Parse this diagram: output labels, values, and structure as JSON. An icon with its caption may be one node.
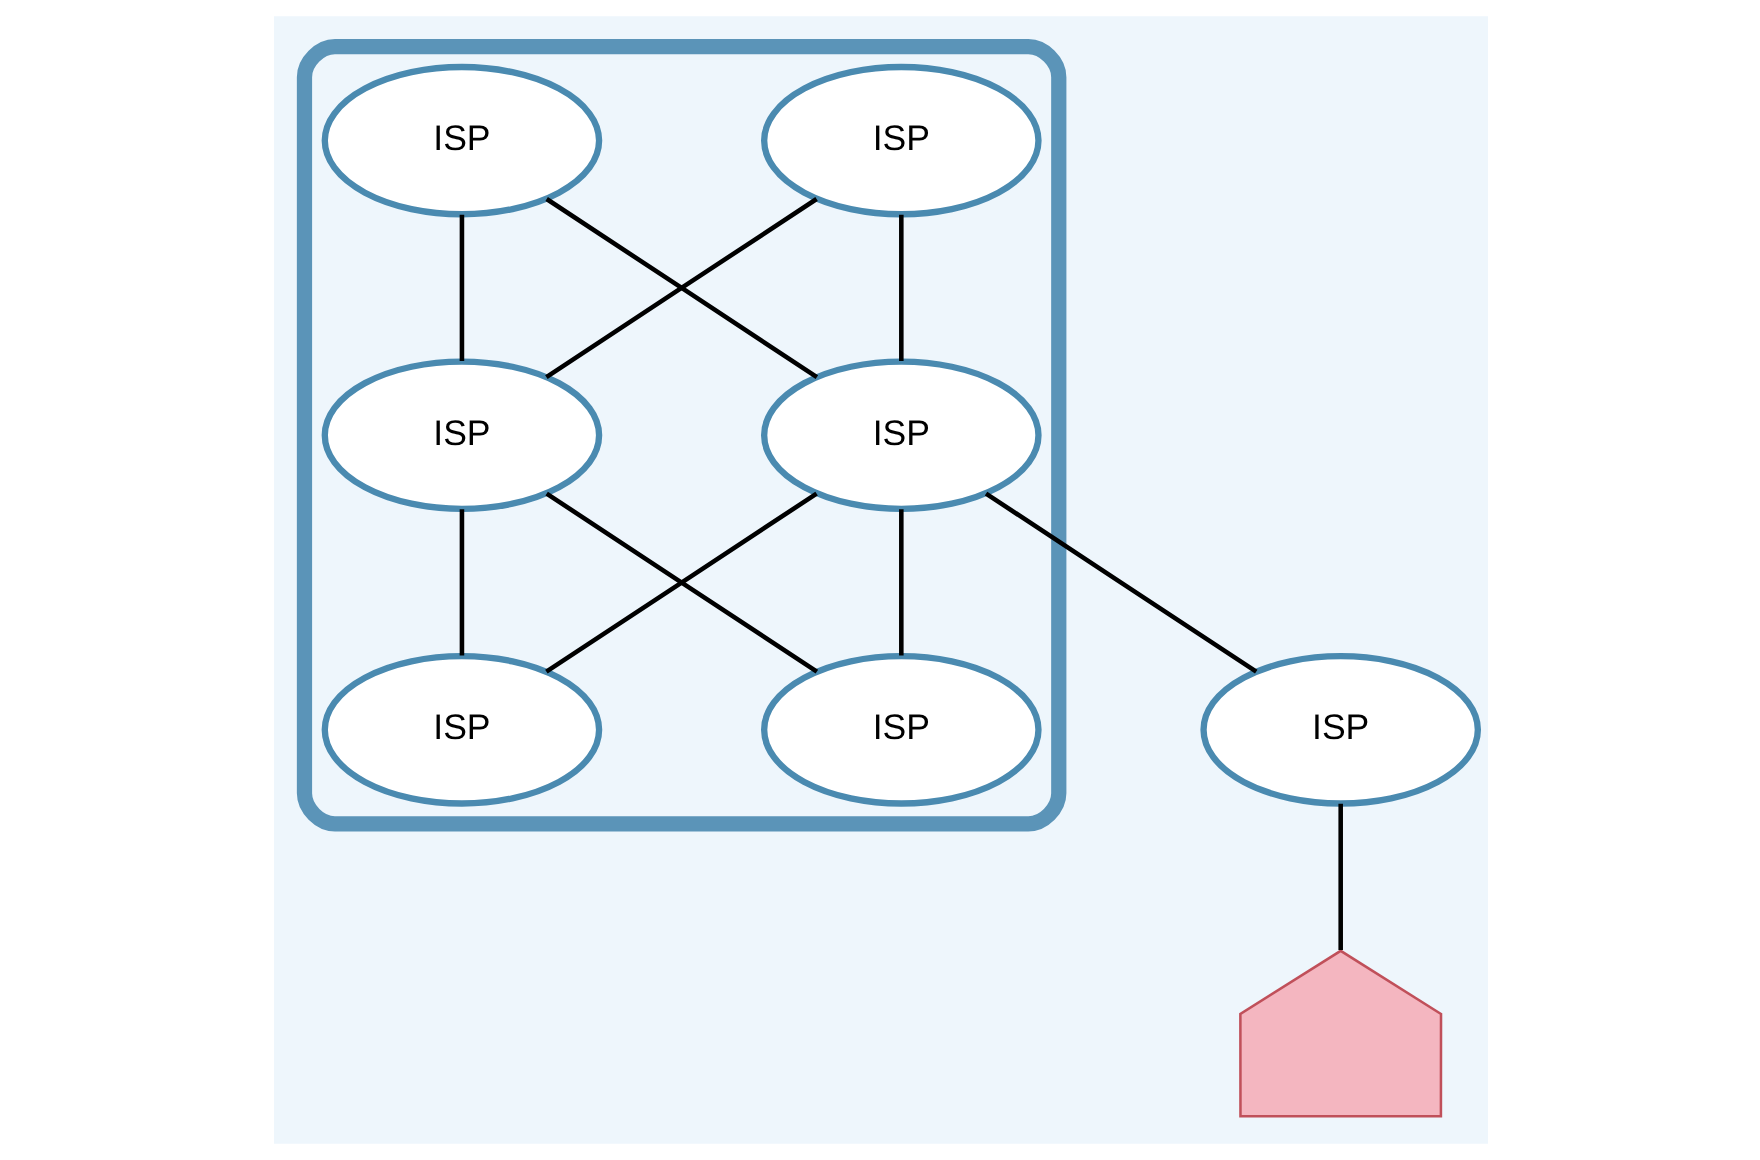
{
  "diagram": {
    "nodes": [
      {
        "text": [],
        "shape": "cloud"
      },
      {
        "text": [
          "ISP"
        ],
        "in": 0
      },
      {
        "text": [
          "ISP"
        ],
        "in": 0
      },
      {
        "text": [
          "ISP"
        ],
        "in": 0
      },
      {
        "text": [
          "ISP"
        ],
        "in": 0
      },
      {
        "text": [
          "ISP"
        ],
        "in": 0
      },
      {
        "text": [
          "ISP"
        ],
        "in": 0
      },
      {
        "text": [
          "ISP"
        ]
      },
      {
        "text": [],
        "shape": "picture"
      }
    ],
    "edges": [
      {
        "from": 1,
        "to": 3,
        "arrow": "none"
      },
      {
        "from": 1,
        "to": 4,
        "arrow": "none"
      },
      {
        "from": 2,
        "to": 3,
        "arrow": "none"
      },
      {
        "from": 2,
        "to": 4,
        "arrow": "none"
      },
      {
        "from": 3,
        "to": 5,
        "arrow": "none"
      },
      {
        "from": 3,
        "to": 6,
        "arrow": "none"
      },
      {
        "from": 4,
        "to": 5,
        "arrow": "none"
      },
      {
        "from": 4,
        "to": 6,
        "arrow": "none"
      },
      {
        "from": 4,
        "to": 7,
        "arrow": "none"
      },
      {
        "from": 7,
        "to": 8,
        "arrow": "none"
      }
    ]
  }
}
